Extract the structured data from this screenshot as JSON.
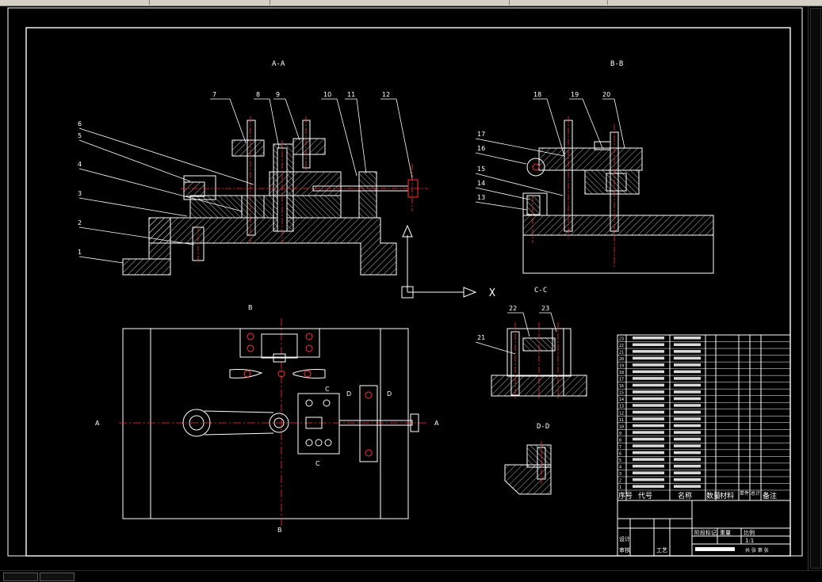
{
  "sections": {
    "aa": "A-A",
    "bb": "B-B",
    "cc": "C-C",
    "dd": "D-D"
  },
  "view_markers": {
    "a_left": "A",
    "a_right": "A",
    "b_top": "B",
    "b_bottom": "B",
    "c_top": "C",
    "c_bottom": "C",
    "d_left": "D",
    "d_right": "D",
    "x_mark": "X"
  },
  "balloons_aa": [
    "1",
    "2",
    "3",
    "4",
    "5",
    "6",
    "7",
    "8",
    "9",
    "10",
    "11",
    "12"
  ],
  "balloons_bb": [
    "13",
    "14",
    "15",
    "16",
    "17",
    "18",
    "19",
    "20"
  ],
  "balloons_cc": [
    "21",
    "22",
    "23"
  ],
  "bom_header": {
    "seq": "序号",
    "code": "代号",
    "name": "名称",
    "qty": "数量",
    "material": "材料",
    "unit_weight": "单件",
    "total_weight": "总计",
    "remark": "备注"
  },
  "bom_rows": [
    "23",
    "22",
    "21",
    "20",
    "19",
    "18",
    "17",
    "16",
    "15",
    "14",
    "13",
    "12",
    "11",
    "10",
    "9",
    "8",
    "7",
    "6",
    "5",
    "4",
    "3",
    "2",
    "1"
  ],
  "title_block": {
    "designer": "设计",
    "checker": "审核",
    "process": "工艺",
    "stage_label": "阶段标记",
    "weight_label": "重量",
    "scale_label": "比例",
    "scale_value": "1:1",
    "sheet": "共 张  第 张"
  },
  "colors": {
    "background": "#000000",
    "lines": "#ffffff",
    "center_lines": "#ff2020",
    "dim_lines": "#ffffff"
  }
}
